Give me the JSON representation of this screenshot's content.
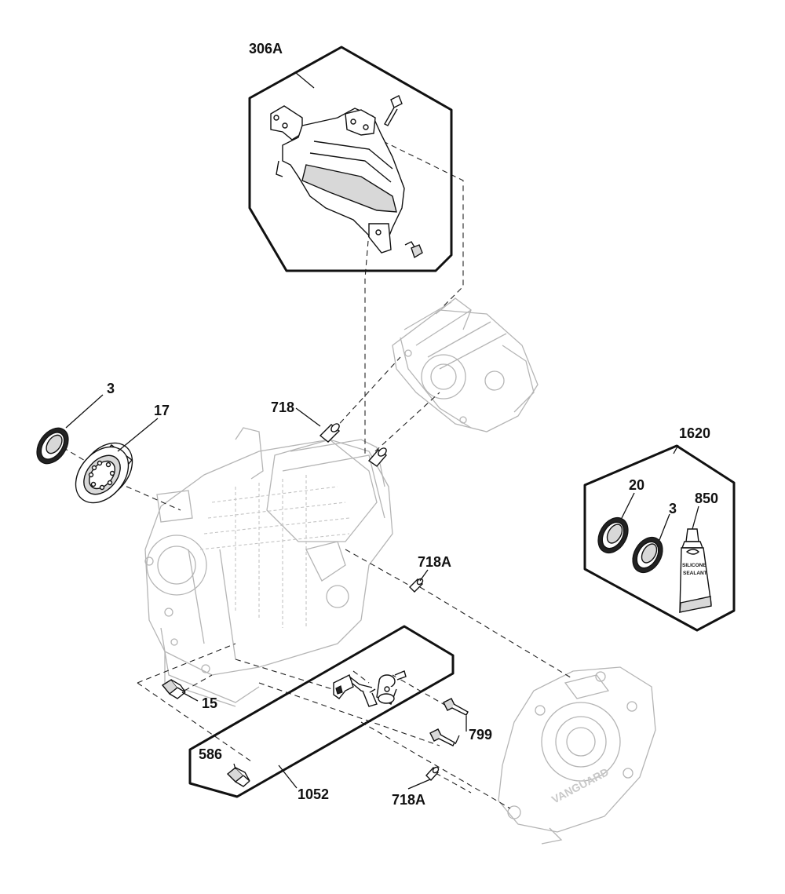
{
  "callouts": {
    "c306a": "306A",
    "c3_left": "3",
    "c17": "17",
    "c718": "718",
    "c1620": "1620",
    "c20": "20",
    "c3_kit": "3",
    "c850": "850",
    "c718a_top": "718A",
    "c15": "15",
    "c799": "799",
    "c586": "586",
    "c1052": "1052",
    "c718a_bottom": "718A"
  },
  "sealant_tube": {
    "line1": "SILICONE",
    "line2": "SEALANT"
  },
  "cover_brand": "VANGUARD"
}
